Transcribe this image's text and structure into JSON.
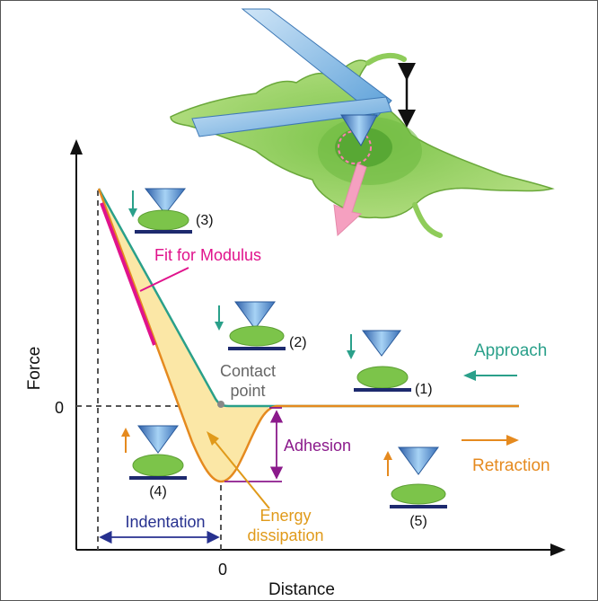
{
  "labels": {
    "force": "Force",
    "distance": "Distance",
    "zero_y": "0",
    "zero_x": "0",
    "fit_for_modulus": "Fit for Modulus",
    "contact_point_line1": "Contact",
    "contact_point_line2": "point",
    "adhesion": "Adhesion",
    "approach": "Approach",
    "retraction": "Retraction",
    "indentation": "Indentation",
    "energy_line1": "Energy",
    "energy_line2": "dissipation"
  },
  "stages": {
    "s1": "(1)",
    "s2": "(2)",
    "s3": "(3)",
    "s4": "(4)",
    "s5": "(5)"
  },
  "colors": {
    "approach": "#2aa08a",
    "retraction": "#e58a1f",
    "fit": "#e0138c",
    "adhesion": "#8b1a8b",
    "indentation": "#27318f",
    "energy": "#e09a1a",
    "contact": "#666666",
    "cell_fill": "#9fd46a",
    "cantilever": "#8ebfe6",
    "dissipation_fill": "#fbe7a6"
  }
}
